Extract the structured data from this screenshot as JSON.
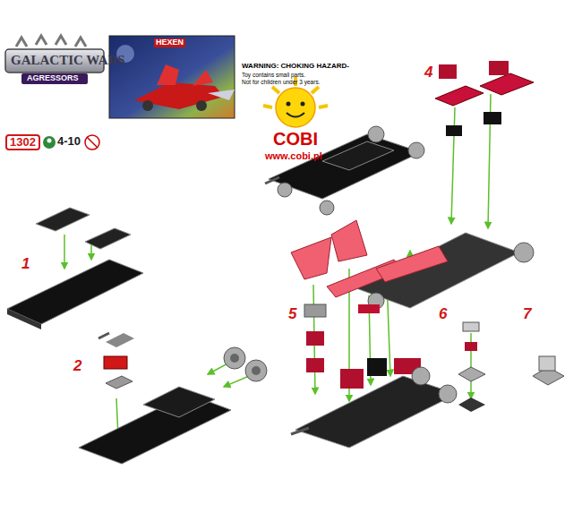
{
  "diagram": {
    "labels": [
      "GALACTIC WARS",
      "AGRESSORS",
      "1302",
      "4-10",
      "HEXEN",
      "WARNING: CHOKING HAZARD-",
      "Toy contains small parts.",
      "Not for children under 3 years.",
      "COBI",
      "www.cobi.pl",
      "4",
      "1",
      "5",
      "2",
      "6",
      "7"
    ]
  }
}
